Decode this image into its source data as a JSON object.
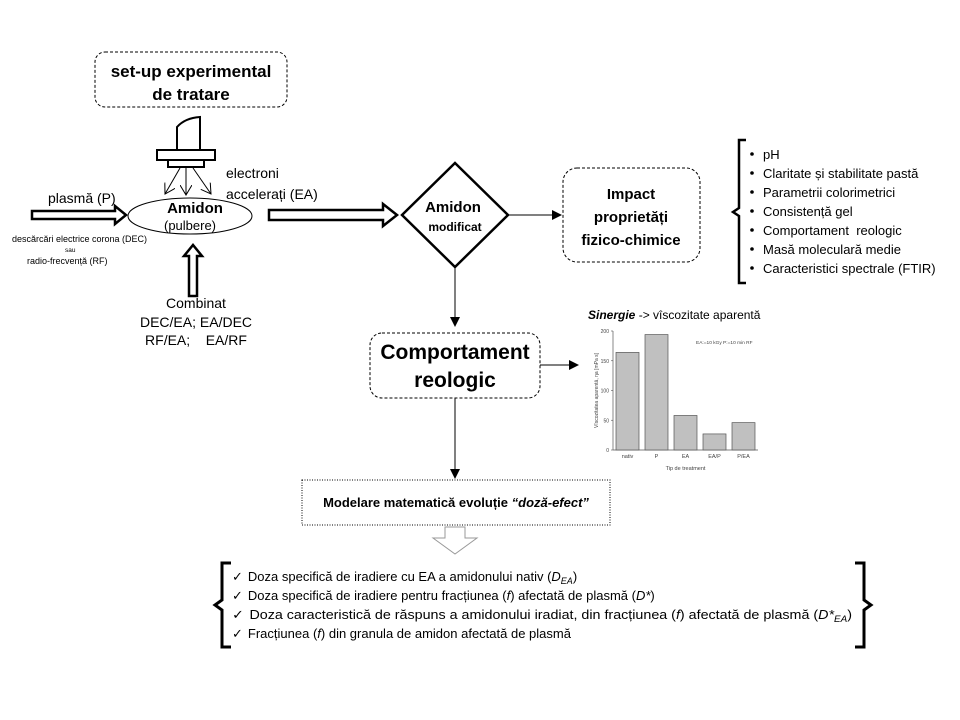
{
  "setup_box": {
    "line1": "set-up experimental",
    "line2": "de tratare"
  },
  "electron_label": {
    "line1": "electroni",
    "line2": "accelerați (EA)"
  },
  "starch": {
    "title": "Amidon",
    "subtitle": "(pulbere)"
  },
  "plasma": {
    "label": "plasmă (P)",
    "source1": "descărcări electrice corona (DEC)",
    "or": "sau",
    "source2": "radio-frecvență (RF)"
  },
  "combined": {
    "title": "Combinat",
    "line1": "DEC/EA; EA/DEC",
    "line2": "RF/EA;    EA/RF"
  },
  "modified": {
    "line1": "Amidon",
    "line2": "modificat"
  },
  "impact_box": {
    "line1": "Impact",
    "line2": "proprietăți",
    "line3": "fizico-chimice"
  },
  "properties": [
    "pH",
    "Claritate și stabilitate pastă",
    "Parametrii colorimetrici",
    "Consistență gel",
    "Comportament  reologic",
    "Masă moleculară medie",
    "Caracteristici spectrale (FTIR)"
  ],
  "rheology_box": {
    "line1": "Comportament",
    "line2": "reologic"
  },
  "synergy": {
    "bold": "Sinergie",
    "rest": " -> vîscozitate aparentă"
  },
  "modeling_box": {
    "text": "Modelare matematică evoluție ",
    "emph": "“doză-efect”"
  },
  "outputs": {
    "item1": {
      "text": "Doza specifică de iradiere cu EA a amidonului nativ (",
      "sym": "D",
      "sub": "EA",
      "end": ")"
    },
    "item2": {
      "a": "Doza specifică de iradiere pentru fracțiunea (",
      "f": "f",
      "b": ") afectată de plasmă (",
      "sym": "D*",
      "end": ")"
    },
    "item3": {
      "a": "Doza caracteristică de răspuns a amidonului iradiat, din fracțiunea (",
      "f": "f",
      "b": ") afectată de plasmă (",
      "sym": "D*",
      "sub": "EA",
      "end": ")"
    },
    "item4": {
      "a": "Fracțiunea (",
      "f": "f",
      "b": ") din granula de amidon afectată de plasmă"
    },
    "check": "✓"
  },
  "chart_data": {
    "type": "bar",
    "categories": [
      "nativ",
      "P",
      "EA",
      "EA/P",
      "P/EA"
    ],
    "values": [
      164,
      194,
      58,
      27,
      46
    ],
    "xlabel": "Tip de treatment",
    "ylabel": "Vîscozitatea aparentă, ηa [mPa s]",
    "ylim": [
      0,
      200
    ],
    "yticks": [
      0,
      50,
      100,
      150,
      200
    ],
    "annotation": "EA:=10 kGy P:=10 min RF",
    "bar_color": "#c0c0c0"
  }
}
